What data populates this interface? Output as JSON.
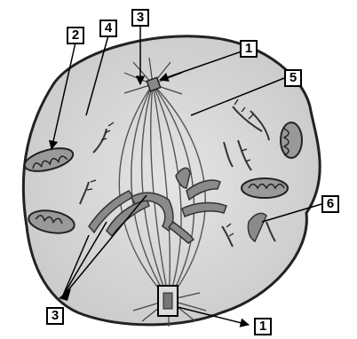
{
  "labels": {
    "centrosome_top": "1",
    "mitochondrion_left": "2",
    "spindle_top": "3",
    "cytoplasm": "4",
    "nuclear_fragment": "5",
    "chromatin_right": "6",
    "chromosomes_bottom": "3",
    "centrosome_bottom": "1"
  }
}
